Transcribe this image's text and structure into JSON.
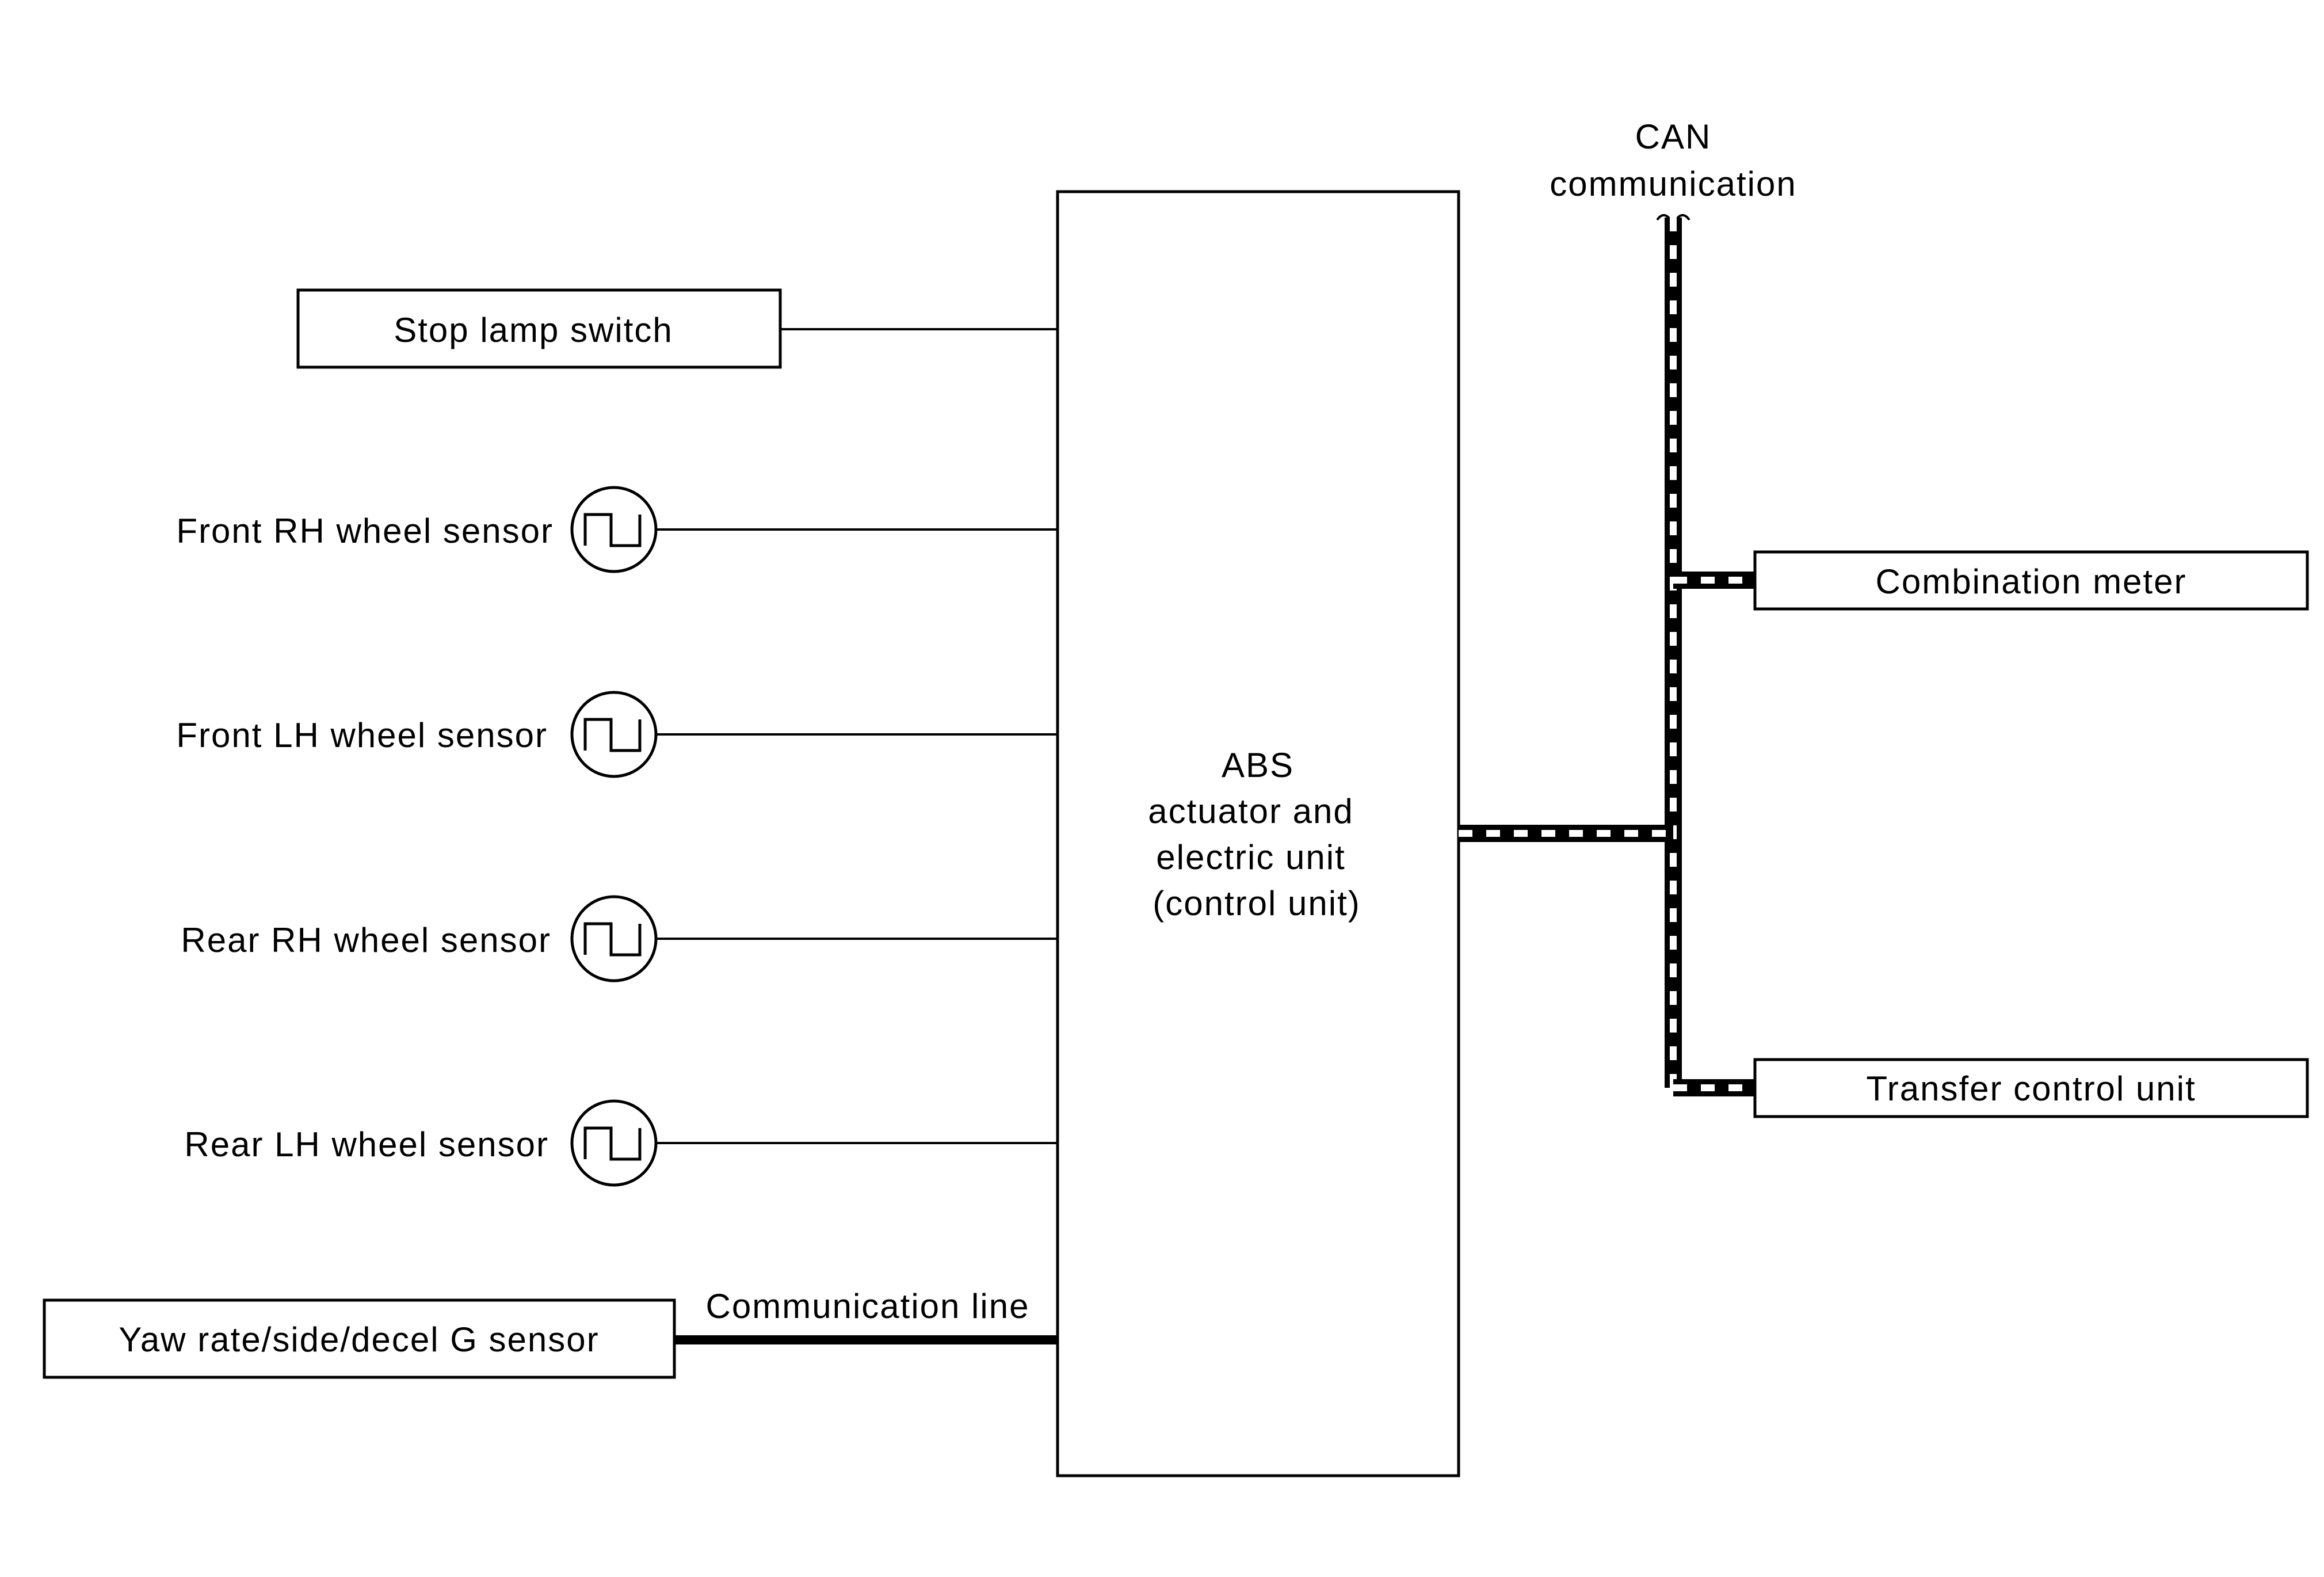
{
  "boxes": {
    "stop_lamp_switch": "Stop lamp switch",
    "abs_unit": [
      "ABS",
      "actuator and",
      "electric unit",
      "(control unit)"
    ],
    "yaw_rate_sensor": "Yaw rate/side/decel G sensor",
    "combination_meter": "Combination meter",
    "transfer_control_unit": "Transfer control unit"
  },
  "sensors": {
    "front_rh": "Front RH wheel sensor",
    "front_lh": "Front LH wheel sensor",
    "rear_rh": "Rear RH wheel sensor",
    "rear_lh": "Rear LH wheel sensor"
  },
  "labels": {
    "communication_line": "Communication line",
    "can_line1": "CAN",
    "can_line2": "communication"
  },
  "icons": {
    "wheel_sensor": "square-wave-signal-icon"
  }
}
